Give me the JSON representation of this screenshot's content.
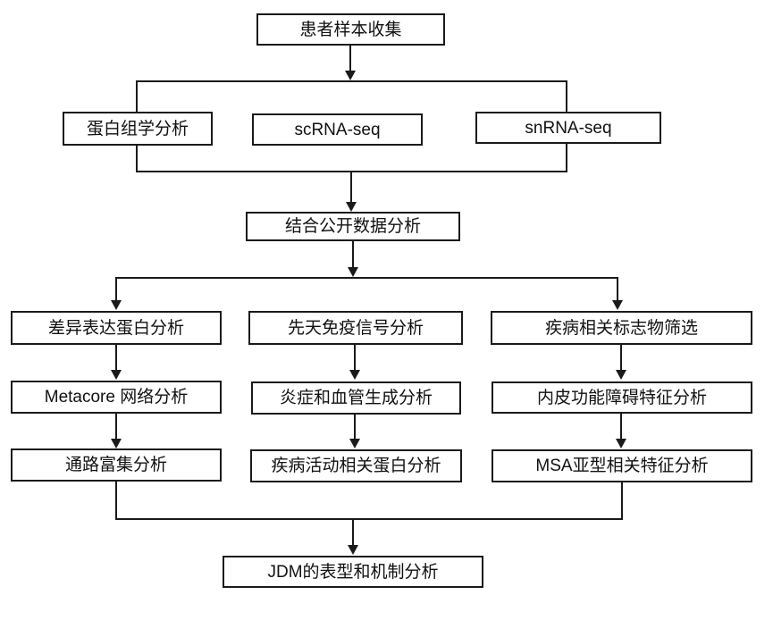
{
  "diagram": {
    "type": "flowchart",
    "colors": {
      "ink": "#1a1a1a",
      "background": "#ffffff",
      "node_fill": "#ffffff"
    },
    "nodes": {
      "patient_sample": {
        "label": "患者样本收集"
      },
      "proteomics": {
        "label": "蛋白组学分析"
      },
      "scrna_seq": {
        "label": "scRNA-seq"
      },
      "snrna_seq": {
        "label": "snRNA-seq"
      },
      "public_data": {
        "label": "结合公开数据分析"
      },
      "dep_analysis": {
        "label": "差异表达蛋白分析"
      },
      "innate_immune": {
        "label": "先天免疫信号分析"
      },
      "disease_markers": {
        "label": "疾病相关标志物筛选"
      },
      "metacore": {
        "label": "Metacore 网络分析"
      },
      "inflammation_angiogenesis": {
        "label": "炎症和血管生成分析"
      },
      "endothelial_dysfunction": {
        "label": "内皮功能障碍特征分析"
      },
      "pathway_enrichment": {
        "label": "通路富集分析"
      },
      "disease_activity_proteins": {
        "label": "疾病活动相关蛋白分析"
      },
      "msa_subtype": {
        "label": "MSA亚型相关特征分析"
      },
      "jdm_mechanism": {
        "label": "JDM的表型和机制分析"
      }
    },
    "groups": {
      "methods_frame": {
        "members": [
          "proteomics",
          "scrna_seq",
          "snrna_seq"
        ]
      }
    },
    "edges": [
      {
        "from": "patient_sample",
        "to": "methods_frame"
      },
      {
        "from": "methods_frame",
        "to": "public_data"
      },
      {
        "from": "public_data",
        "to": "dep_analysis"
      },
      {
        "from": "public_data",
        "to": "innate_immune"
      },
      {
        "from": "public_data",
        "to": "disease_markers"
      },
      {
        "from": "dep_analysis",
        "to": "metacore"
      },
      {
        "from": "metacore",
        "to": "pathway_enrichment"
      },
      {
        "from": "innate_immune",
        "to": "inflammation_angiogenesis"
      },
      {
        "from": "inflammation_angiogenesis",
        "to": "disease_activity_proteins"
      },
      {
        "from": "disease_markers",
        "to": "endothelial_dysfunction"
      },
      {
        "from": "endothelial_dysfunction",
        "to": "msa_subtype"
      },
      {
        "from": "pathway_enrichment",
        "to": "jdm_mechanism"
      },
      {
        "from": "msa_subtype",
        "to": "jdm_mechanism"
      }
    ]
  }
}
